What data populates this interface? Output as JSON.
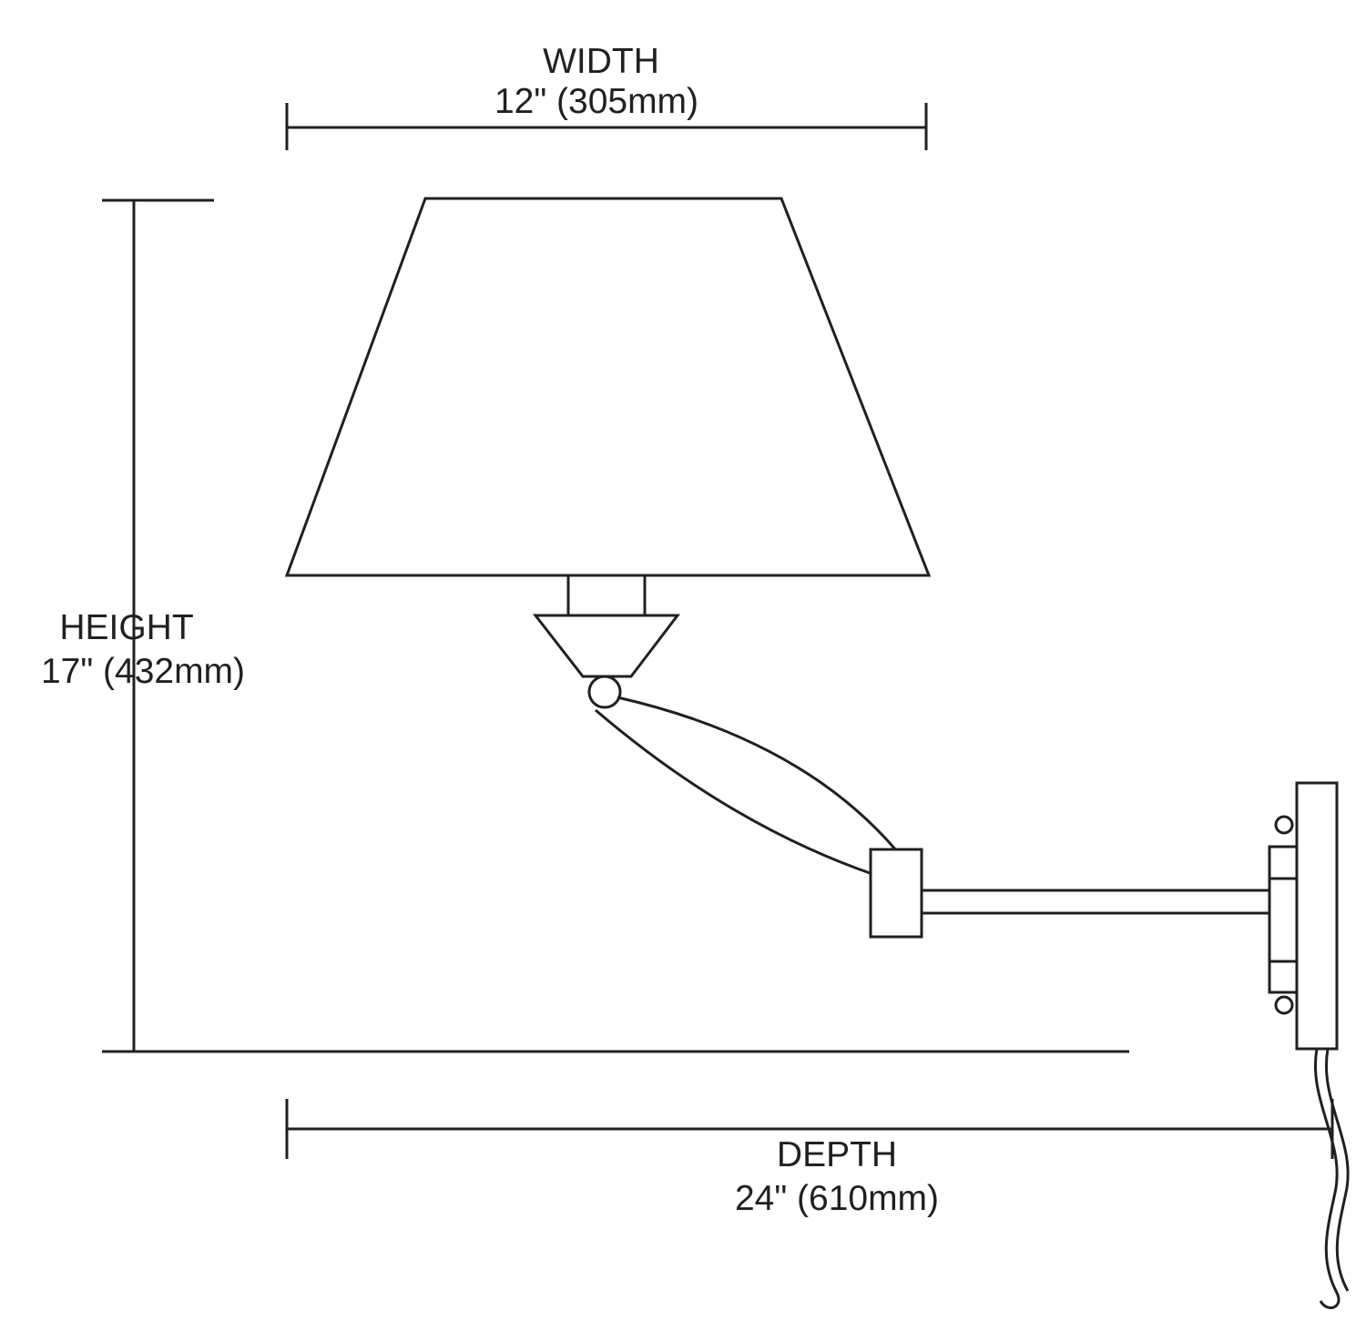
{
  "page": {
    "background_color": "#ffffff",
    "line_color": "#231f20"
  },
  "dimensions": {
    "width": {
      "label": "WIDTH",
      "value": "12\" (305mm)"
    },
    "height": {
      "label": "HEIGHT",
      "value": "17\" (432mm)"
    },
    "depth": {
      "label": "DEPTH",
      "value": "24\" (610mm)"
    }
  }
}
